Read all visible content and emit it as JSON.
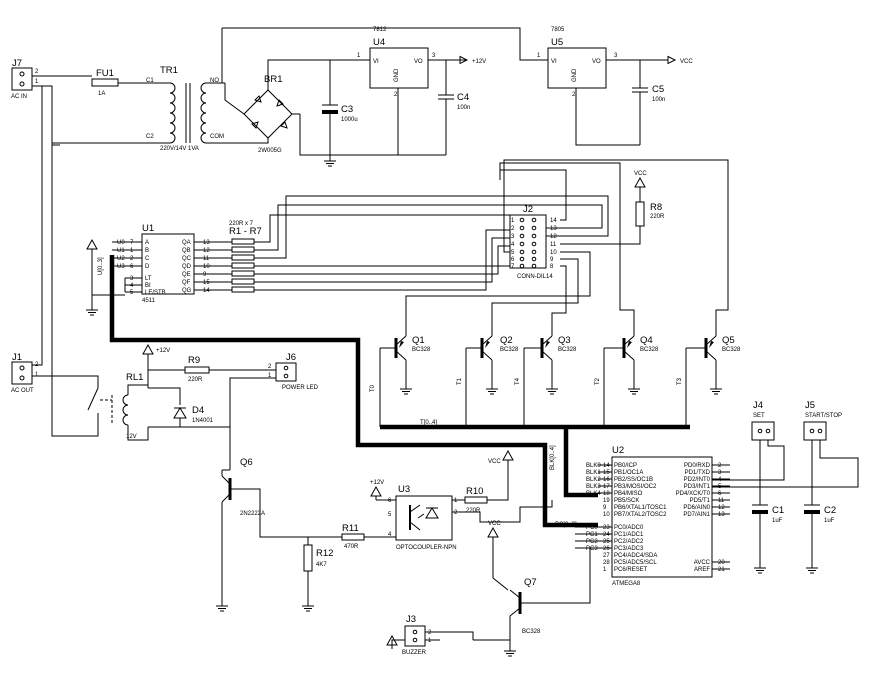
{
  "components": {
    "J7": {
      "ref": "J7",
      "label": "AC IN",
      "pins": [
        "2",
        "1"
      ]
    },
    "FU1": {
      "ref": "FU1",
      "value": "1A"
    },
    "TR1": {
      "ref": "TR1",
      "value": "220V/14V 1VA",
      "pin_c1": "C1",
      "pin_c2": "C2",
      "pin_no": "NO",
      "pin_com": "COM"
    },
    "BR1": {
      "ref": "BR1",
      "value": "2W005G"
    },
    "C3": {
      "ref": "C3",
      "value": "1000u"
    },
    "U4": {
      "ref": "U4",
      "value": "7812",
      "vi": "VI",
      "vo": "VO",
      "gnd": "GND",
      "p1": "1",
      "p2": "2",
      "p3": "3"
    },
    "C4": {
      "ref": "C4",
      "value": "100n"
    },
    "U5": {
      "ref": "U5",
      "value": "7805",
      "vi": "VI",
      "vo": "VO",
      "gnd": "GND",
      "p1": "1",
      "p2": "2",
      "p3": "3"
    },
    "C5": {
      "ref": "C5",
      "value": "100n"
    },
    "U1": {
      "ref": "U1",
      "value": "4511",
      "inputs": [
        {
          "name": "A",
          "num": "7",
          "net": "U0"
        },
        {
          "name": "B",
          "num": "1",
          "net": "U1"
        },
        {
          "name": "C",
          "num": "2",
          "net": "U2"
        },
        {
          "name": "D",
          "num": "6",
          "net": "U3"
        }
      ],
      "ctrl": [
        {
          "name": "LT",
          "num": "3"
        },
        {
          "name": "BI",
          "num": "4"
        },
        {
          "name": "LE/STB",
          "num": "5"
        }
      ],
      "outputs": [
        {
          "name": "QA",
          "num": "13"
        },
        {
          "name": "QB",
          "num": "12"
        },
        {
          "name": "QC",
          "num": "11"
        },
        {
          "name": "QD",
          "num": "10"
        },
        {
          "name": "QE",
          "num": "9"
        },
        {
          "name": "QF",
          "num": "15"
        },
        {
          "name": "QG",
          "num": "14"
        }
      ],
      "bus_label": "U[0..3]"
    },
    "RN": {
      "ref": "R1 - R7",
      "value": "220R x 7"
    },
    "J2": {
      "ref": "J2",
      "value": "CONN-DIL14",
      "left": [
        "1",
        "2",
        "3",
        "4",
        "5",
        "6",
        "7"
      ],
      "right": [
        "14",
        "13",
        "12",
        "11",
        "10",
        "9",
        "8"
      ]
    },
    "R8": {
      "ref": "R8",
      "value": "220R"
    },
    "Q1": {
      "ref": "Q1",
      "value": "BC328",
      "net": "T0"
    },
    "Q2": {
      "ref": "Q2",
      "value": "BC328",
      "net": "T1"
    },
    "Q3": {
      "ref": "Q3",
      "value": "BC328",
      "net": "T4"
    },
    "Q4": {
      "ref": "Q4",
      "value": "BC328",
      "net": "T2"
    },
    "Q5": {
      "ref": "Q5",
      "value": "BC328",
      "net": "T3"
    },
    "t_bus": "T[0..4]",
    "J1": {
      "ref": "J1",
      "label": "AC OUT",
      "pins": [
        "2",
        "1"
      ]
    },
    "RL1": {
      "ref": "RL1",
      "value": "12V"
    },
    "D4": {
      "ref": "D4",
      "value": "1N4001"
    },
    "R9": {
      "ref": "R9",
      "value": "220R"
    },
    "J6": {
      "ref": "J6",
      "label": "POWER LED",
      "pins": [
        "2",
        "1"
      ]
    },
    "Q6": {
      "ref": "Q6",
      "value": "2N2222A"
    },
    "U3": {
      "ref": "U3",
      "value": "OPTOCOUPLER-NPN",
      "pins": [
        "6",
        "5",
        "4",
        "1",
        "2"
      ]
    },
    "R10": {
      "ref": "R10",
      "value": "220R"
    },
    "R11": {
      "ref": "R11",
      "value": "470R"
    },
    "R12": {
      "ref": "R12",
      "value": "4K7"
    },
    "Q7": {
      "ref": "Q7",
      "value": "BC328"
    },
    "J3": {
      "ref": "J3",
      "label": "BUZZER",
      "pins": [
        "2",
        "1"
      ]
    },
    "J4": {
      "ref": "J4",
      "label": "SET"
    },
    "J5": {
      "ref": "J5",
      "label": "START/STOP"
    },
    "C1": {
      "ref": "C1",
      "value": "1uF"
    },
    "C2": {
      "ref": "C2",
      "value": "1uF"
    },
    "U2": {
      "ref": "U2",
      "value": "ATMEGA8",
      "left_pins": [
        {
          "net": "BLK0",
          "num": "14",
          "name": "PB0/ICP"
        },
        {
          "net": "BLK1",
          "num": "15",
          "name": "PB1/OC1A"
        },
        {
          "net": "BLK2",
          "num": "16",
          "name": "PB2/SS/OC1B"
        },
        {
          "net": "BLK3",
          "num": "17",
          "name": "PB3/MOSI/OC2"
        },
        {
          "net": "BLK4",
          "num": "18",
          "name": "PB4/MISO"
        },
        {
          "net": "",
          "num": "19",
          "name": "PB5/SCK"
        },
        {
          "net": "",
          "num": "9",
          "name": "PB6/XTAL1/TOSC1"
        },
        {
          "net": "",
          "num": "10",
          "name": "PB7/XTAL2/TOSC2"
        },
        {
          "net": "PC0",
          "num": "23",
          "name": "PC0/ADC0"
        },
        {
          "net": "PC1",
          "num": "24",
          "name": "PC1/ADC1"
        },
        {
          "net": "PC2",
          "num": "25",
          "name": "PC2/ADC2"
        },
        {
          "net": "PC3",
          "num": "26",
          "name": "PC3/ADC3"
        },
        {
          "net": "",
          "num": "27",
          "name": "PC4/ADC4/SDA"
        },
        {
          "net": "",
          "num": "28",
          "name": "PC5/ADC5/SCL"
        },
        {
          "net": "",
          "num": "1",
          "name": "PC6/RESET"
        }
      ],
      "right_pins": [
        {
          "num": "2",
          "name": "PD0/RXD"
        },
        {
          "num": "3",
          "name": "PD1/TXD"
        },
        {
          "num": "4",
          "name": "PD2/INT0"
        },
        {
          "num": "5",
          "name": "PD3/INT1"
        },
        {
          "num": "6",
          "name": "PD4/XCK/T0"
        },
        {
          "num": "11",
          "name": "PD5/T1"
        },
        {
          "num": "12",
          "name": "PD6/AIN0"
        },
        {
          "num": "13",
          "name": "PD7/AIN1"
        },
        {
          "num": "20",
          "name": "AVCC"
        },
        {
          "num": "21",
          "name": "AREF"
        }
      ],
      "blk_bus": "BLK[0..4]",
      "pc_bus": "PC[0..3]"
    }
  },
  "power": {
    "v12": "+12V",
    "vcc": "VCC"
  }
}
